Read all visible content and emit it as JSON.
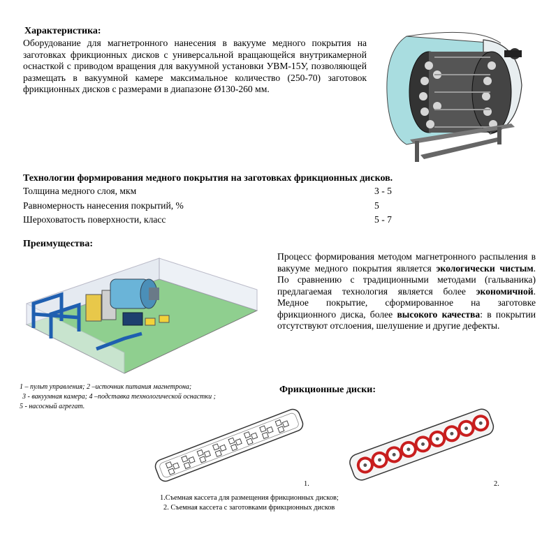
{
  "characteristics": {
    "heading": "Характеристика:",
    "text": "Оборудование для магнетронного нанесения в вакууме медного покрытия на заготовках фрикционных дисков с универсальной вращающейся внутрикамерной оснасткой с приводом вращения для вакуумной установки УВМ-15У, позволяющей размещать в вакуумной камере максимальное количество (250-70) заготовок фрикционных дисков с размерами в диапазоне Ø130-260 мм."
  },
  "technology": {
    "heading": "Технологии формирования медного покрытия на заготовках фрикционных дисков.",
    "rows": [
      {
        "label": "Толщина медного слоя, мкм",
        "value": "3 - 5"
      },
      {
        "label": "Равномерность нанесения покрытий, %",
        "value": "5"
      },
      {
        "label": "Шероховатость поверхности, класс",
        "value": "5 - 7"
      }
    ]
  },
  "advantages": {
    "heading": "Преимущества:",
    "p1": "Процесс формирования методом магнетронного распыления в вакууме медного покрытия является ",
    "b1": "экологически чистым",
    "p2": ". По сравнению с традиционными методами (гальваника) предлагаемая технология является более ",
    "b2": "экономичной",
    "p3": ". Медное покрытие, сформированное на заготовке фрикционного диска, более ",
    "b3": "высокого качества",
    "p4": ": в покрытии отсутствуют отслоения, шелушение и другие дефекты."
  },
  "layout_caption": {
    "line1": "1 – пульт управления; 2 –источник питания магнетрона;",
    "line2": "3 - вакуумная камера; 4 –подставка технологической оснастки ;",
    "line3": "5 - насосный агрегат."
  },
  "discs": {
    "heading": "Фрикционные диски:",
    "label1": "1.",
    "label2": "2.",
    "caption1": "1.Съемная кассета для размещения фрикционных дисков;",
    "caption2": "2. Съемная кассета с заготовками фрикционных дисков"
  },
  "colors": {
    "text": "#000000",
    "chamber_cyan": "#a9dde0",
    "frame_blue": "#1f5fb0",
    "floor_green": "#8fcf8f",
    "disc_red": "#c81e1e"
  }
}
